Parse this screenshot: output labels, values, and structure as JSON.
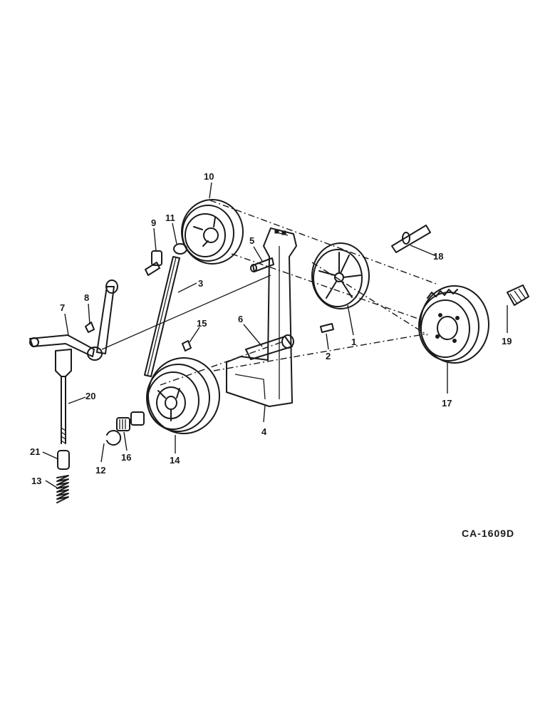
{
  "drawing_code": "CA-1609D",
  "callouts": {
    "c1": "1",
    "c2": "2",
    "c3": "3",
    "c4": "4",
    "c5": "5",
    "c6": "6",
    "c7": "7",
    "c8": "8",
    "c9": "9",
    "c10": "10",
    "c11": "11",
    "c12": "12",
    "c13": "13",
    "c14": "14",
    "c15": "15",
    "c16": "16",
    "c17": "17",
    "c18": "18",
    "c19": "19",
    "c20": "20",
    "c21": "21"
  }
}
